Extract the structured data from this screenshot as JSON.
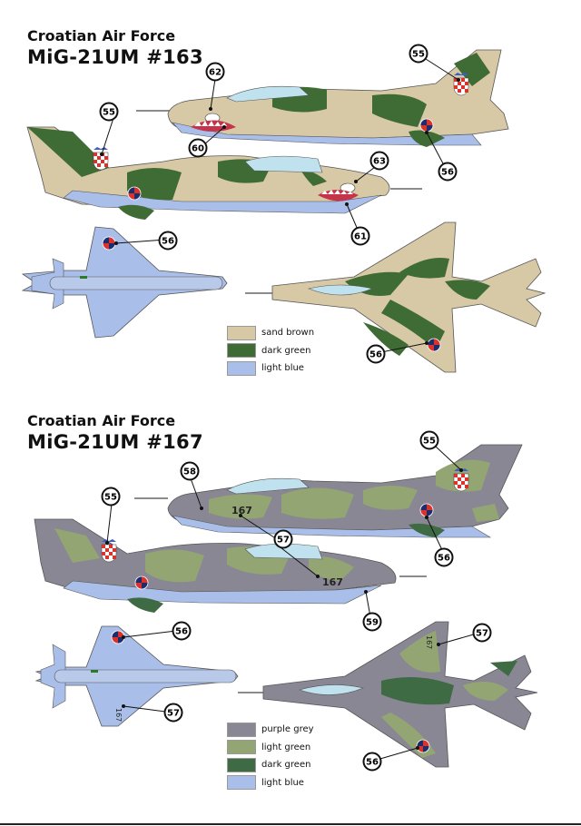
{
  "sheet1": {
    "subtitle": "Croatian Air Force",
    "title": "MiG-21UM #163",
    "legend": [
      {
        "label": "sand brown",
        "color": "#d8c9a6"
      },
      {
        "label": "dark green",
        "color": "#3f6b35"
      },
      {
        "label": "light blue",
        "color": "#a9bfe9"
      }
    ],
    "callouts": [
      "62",
      "60",
      "55",
      "55",
      "56",
      "63",
      "61",
      "56",
      "56"
    ]
  },
  "sheet2": {
    "subtitle": "Croatian Air Force",
    "title": "MiG-21UM #167",
    "serial": "167",
    "legend": [
      {
        "label": "purple grey",
        "color": "#8a8794"
      },
      {
        "label": "light green",
        "color": "#93a572"
      },
      {
        "label": "dark green",
        "color": "#3f6b44"
      },
      {
        "label": "light blue",
        "color": "#a9bfe9"
      }
    ],
    "callouts": [
      "58",
      "55",
      "55",
      "57",
      "56",
      "59",
      "56",
      "57",
      "57",
      "56"
    ]
  }
}
